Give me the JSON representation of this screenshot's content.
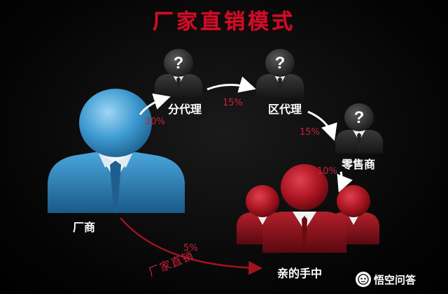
{
  "title": "厂家直销模式",
  "nodes": {
    "manufacturer": "厂商",
    "sub_agent": "分代理",
    "regional_agent": "区代理",
    "retailer": "零售商",
    "consumer": "亲的手中"
  },
  "percentages": {
    "manufacturer_to_sub": "20%",
    "sub_to_regional": "15%",
    "regional_to_retailer": "15%",
    "retailer_to_consumer": "10%",
    "direct": "5%"
  },
  "direct_label": "厂家直销",
  "unknown_mark": "?",
  "watermark": {
    "text": "悟空问答",
    "logo_icon": "wukong-logo-icon"
  },
  "colors": {
    "title": "#c8102e",
    "percent": "#c8213a",
    "blue": "#2f8fc6",
    "red": "#a01420",
    "dark": "#2b2b2b"
  }
}
